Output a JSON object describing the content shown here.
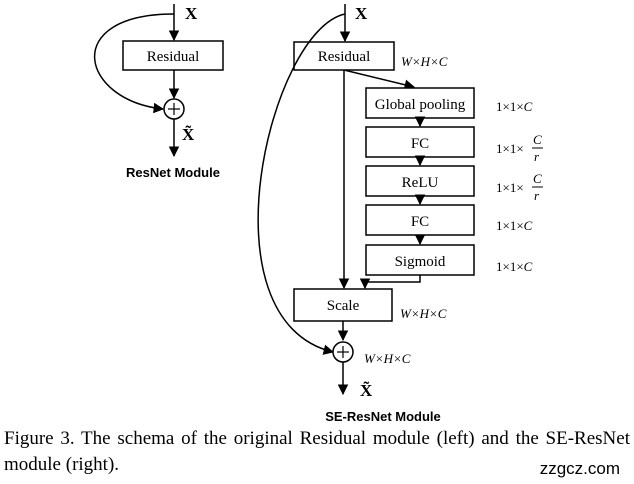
{
  "resnet": {
    "input": "X",
    "block": "Residual",
    "output": "X̃",
    "title": "ResNet Module"
  },
  "se_resnet": {
    "input": "X",
    "output": "X̃",
    "title": "SE-ResNet Module",
    "blocks": {
      "residual": "Residual",
      "global_pooling": "Global pooling",
      "fc1": "FC",
      "relu": "ReLU",
      "fc2": "FC",
      "sigmoid": "Sigmoid",
      "scale": "Scale"
    },
    "dims": {
      "whc": "W×H×C",
      "one_one": "1×1×",
      "c": "C",
      "r": "r"
    }
  },
  "caption": "Figure 3. The schema of the original Residual module (left) and the SE-ResNet module (right).",
  "watermark": "zzgcz.com"
}
